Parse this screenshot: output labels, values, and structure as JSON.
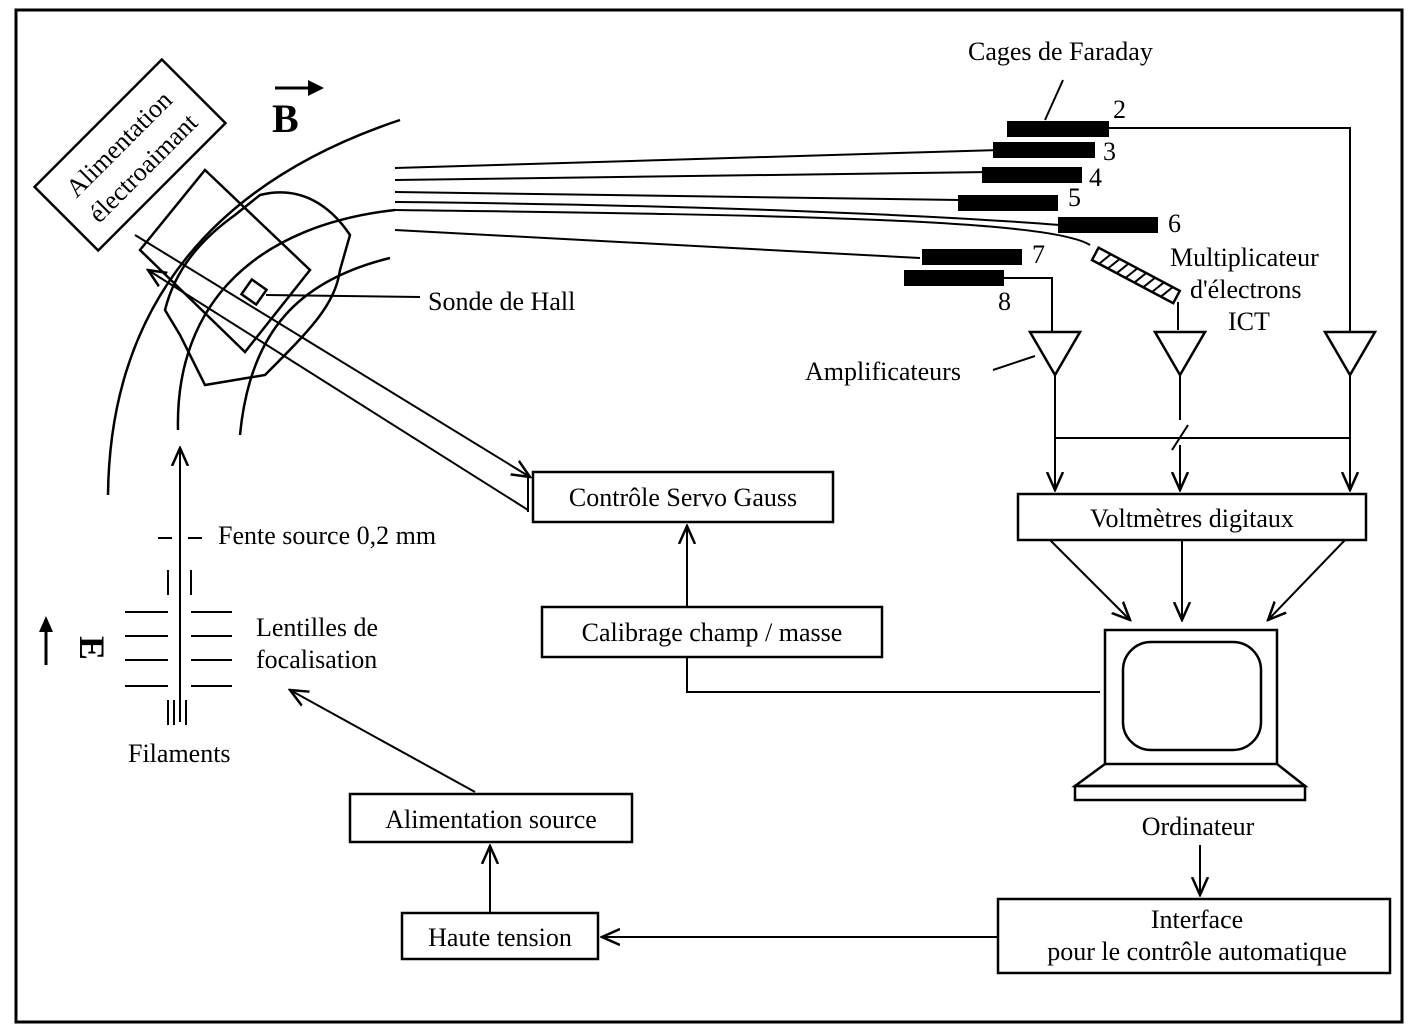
{
  "labels": {
    "b_vector": "B",
    "e_vector": "E",
    "faraday_cages": "Cages de Faraday",
    "hall_probe": "Sonde de Hall",
    "electron_multiplier_l1": "Multiplicateur",
    "electron_multiplier_l2": "d'électrons",
    "electron_multiplier_l3": "ICT",
    "amplifiers": "Amplificateurs",
    "source_slit": "Fente source 0,2 mm",
    "focusing_lenses_l1": "Lentilles de",
    "focusing_lenses_l2": "focalisation",
    "filaments": "Filaments",
    "computer": "Ordinateur"
  },
  "boxes": {
    "electromagnet_supply_l1": "Alimentation",
    "electromagnet_supply_l2": "électroaimant",
    "servo_gauss": "Contrôle Servo Gauss",
    "field_mass_calibration": "Calibrage champ / masse",
    "digital_voltmeters": "Voltmètres digitaux",
    "source_supply": "Alimentation source",
    "high_voltage": "Haute tension",
    "interface_l1": "Interface",
    "interface_l2": "pour le contrôle automatique"
  },
  "collectors": [
    "2",
    "3",
    "4",
    "5",
    "6",
    "7",
    "8"
  ]
}
